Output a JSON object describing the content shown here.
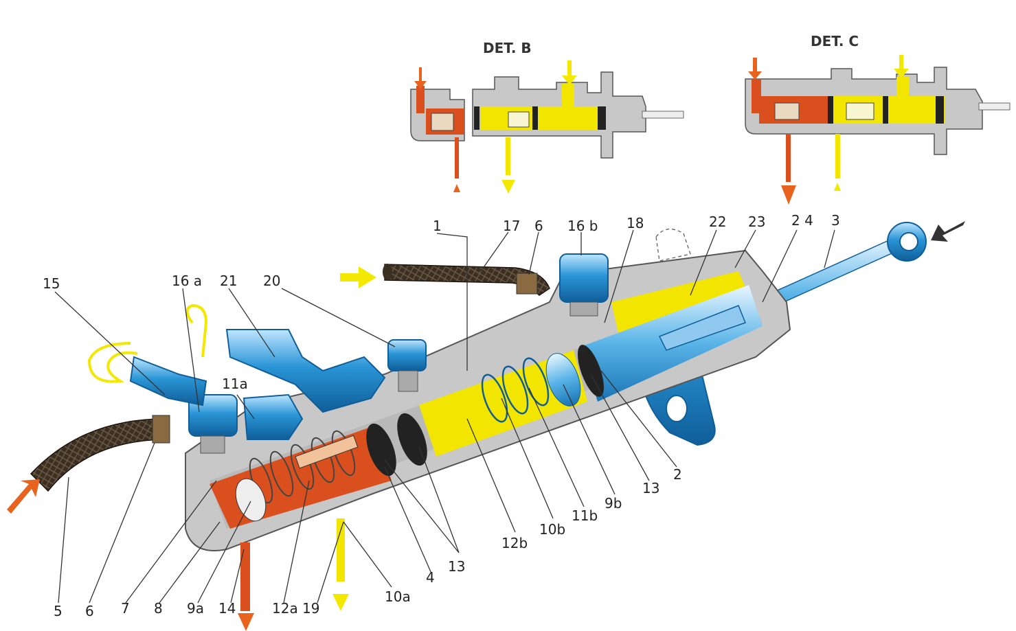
{
  "details": {
    "b": "DET. B",
    "c": "DET. C"
  },
  "colors": {
    "body": "#c8c8c8",
    "body_dark": "#8a8a8a",
    "fluid_yellow": "#f2e600",
    "fluid_red": "#d9501e",
    "steel_blue": "#1f86c4",
    "hose": "#3a2f22",
    "arrow_orange": "#e8641e",
    "arrow_yellow": "#f3e800",
    "pushrod_arrow": "#333333"
  },
  "labels": {
    "l1": "1",
    "l2": "2",
    "l3": "3",
    "l4": "4",
    "l5": "5",
    "l6_top": "6",
    "l6_bottom": "6",
    "l7": "7",
    "l8": "8",
    "l9a": "9a",
    "l9b": "9b",
    "l10a": "10a",
    "l10b": "10b",
    "l11a": "11a",
    "l11b": "11b",
    "l12a": "12a",
    "l12b": "12b",
    "l13_center": "13",
    "l13_right": "13",
    "l14": "14",
    "l15": "15",
    "l16a": "16 a",
    "l16b": "16 b",
    "l17": "17",
    "l18": "18",
    "l19": "19",
    "l20": "20",
    "l21": "21",
    "l22": "22",
    "l23": "23",
    "l24": "2 4"
  }
}
